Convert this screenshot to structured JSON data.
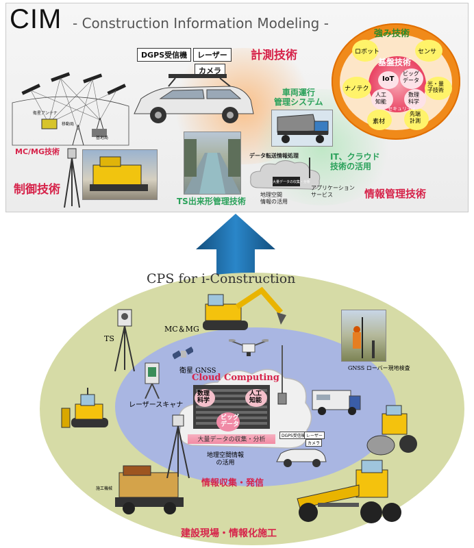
{
  "cim": {
    "logo": "CIM",
    "subtitle": "- Construction Information Modeling -",
    "measure_label": "計測技術",
    "control_label": "制御技術",
    "mcmg_label": "MC/MG技術",
    "ts_label": "TS出来形管理技術",
    "vehicle_label": "車両運行\n管理システム",
    "it_label": "IT、クラウド\n技術の活用",
    "info_label": "情報管理技術",
    "dgps_tag": "DGPS受信機",
    "laser_tag": "レーザー",
    "camera_tag": "カメラ",
    "data_transfer": "データ転送情報処理",
    "big_data_banner": "大量データの収集・分析",
    "geo_label": "地理空間\n情報の活用",
    "app_label": "アプリケーション\nサービス",
    "gnss_small": [
      "衛星アンテナ",
      "基地局",
      "移動局"
    ]
  },
  "strength": {
    "title": "強み技術",
    "base": "基盤技術",
    "items_outer": [
      "ロボット",
      "センサ",
      "ナノテク",
      "光・量\n子技術",
      "素材",
      "先端\n計測"
    ],
    "items_inner": [
      "IoT",
      "ビッグ\nデータ",
      "人工\n知能",
      "数理\n科学",
      "セキュリティ"
    ]
  },
  "cps": {
    "title": "CPS for i-Construction",
    "ts": "TS",
    "mcmg": "MC＆MG",
    "satellite": "衛星 GNSS",
    "gnss_rover": "GNSS ローバー現地検査",
    "scanner": "レーザースキャナ",
    "cloud_title": "Cloud Computing",
    "cloud_items": [
      "数理\n科学",
      "人工\n知能",
      "ビッグ\nデータ"
    ],
    "big_data": "大量データの収集・分析",
    "geo": "地理空間情報\nの活用",
    "collect": "情報収集・発信",
    "site": "建設現場・情報化施工",
    "dgps_small": "DGPS受信機",
    "laser_small": "レーザー",
    "camera_small": "カメラ",
    "machine_small": "施工機械"
  },
  "colors": {
    "accent_red": "#d6234a",
    "accent_green": "#2aa15a",
    "arrow_blue": "#1f78b4",
    "ellipse_outer": "#d8dcaa",
    "ellipse_inner": "#a9b6e0",
    "strength_orange": "#f08a1a"
  }
}
